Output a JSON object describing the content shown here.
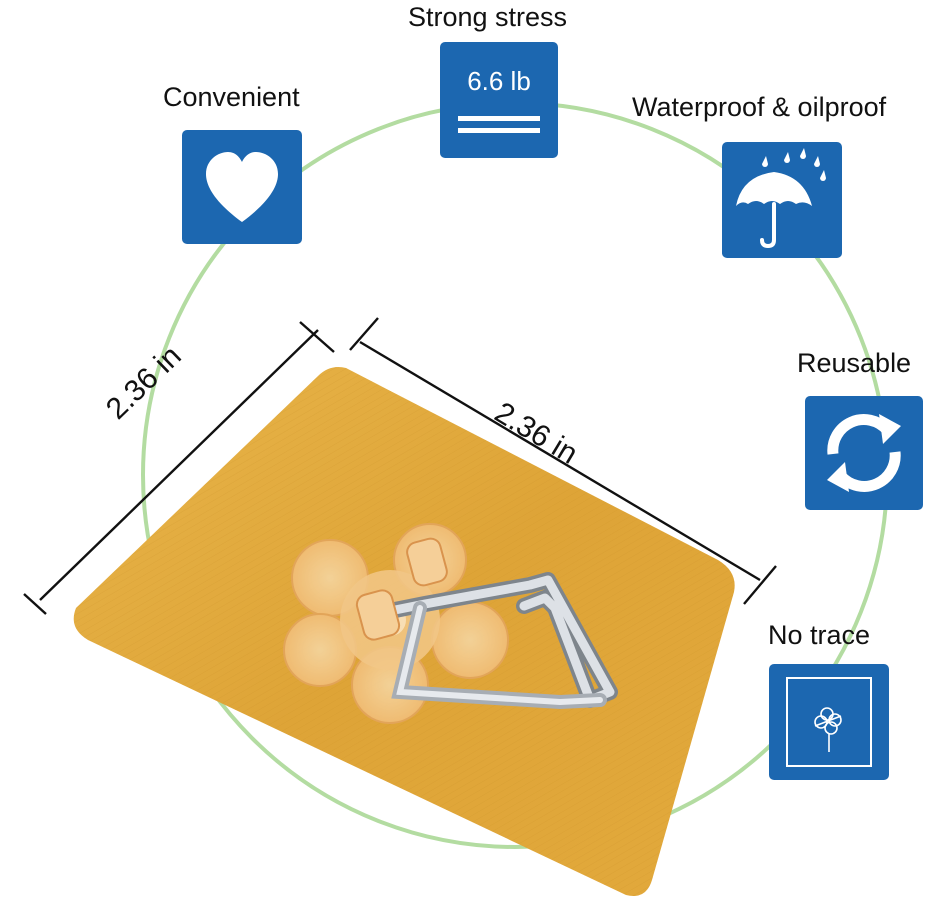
{
  "colors": {
    "circle": "#b3dca1",
    "tile": "#1c67b0",
    "pad": "#e0a93b",
    "hook": "#c5cbd3"
  },
  "features": [
    {
      "label": "Strong stress",
      "icon": "weight-lines-icon",
      "badge": "6.6 lb"
    },
    {
      "label": "Convenient",
      "icon": "heart-icon"
    },
    {
      "label": "Waterproof & oilproof",
      "icon": "umbrella-rain-icon"
    },
    {
      "label": "Reusable",
      "icon": "refresh-arrows-icon"
    },
    {
      "label": "No trace",
      "icon": "wall-flower-icon"
    }
  ],
  "dimensions": {
    "width": "2.36 in",
    "height": "2.36 in"
  },
  "product": {
    "icon": "adhesive-hook-image"
  }
}
